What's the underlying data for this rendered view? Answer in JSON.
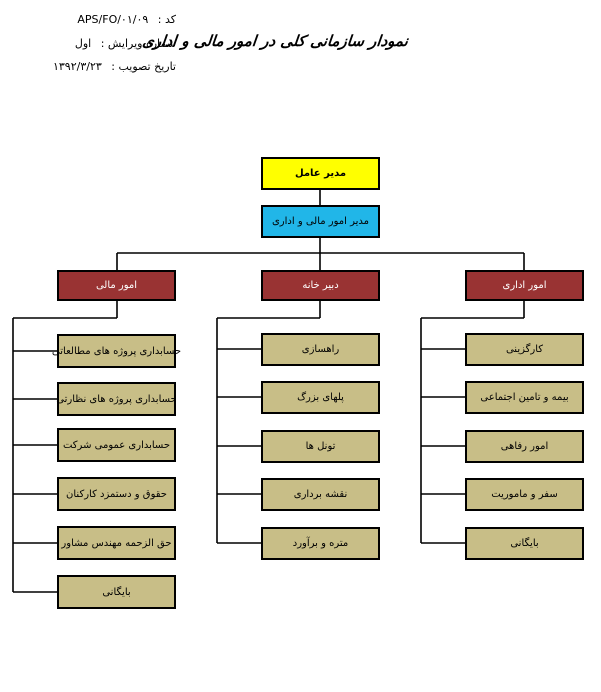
{
  "header": {
    "code_label": "کد :",
    "code_value": "APS/FO/۰۱/۰۹",
    "revision_label": "شماره ویرایش :",
    "revision_value": "اول",
    "date_label": "تاریخ تصویب :",
    "date_value": "۱۳۹۲/۳/۲۳",
    "title": "نمودار سازمانی کلی در امور مالی و اداری"
  },
  "chart": {
    "top": "مدیر عامل",
    "second": "مدیر امور مالی و اداری",
    "departments": [
      {
        "name": "امور مالی",
        "units": [
          "حسابداری پروژه های مطالعاتی",
          "حسابداری پروژه های نظارتی",
          "حسابداری عمومی شرکت",
          "حقوق و دستمزد کارکنان",
          "حق الزحمه مهندس مشاور",
          "بایگانی"
        ]
      },
      {
        "name": "دبیر خانه",
        "units": [
          "راهسازی",
          "پلهای بزرگ",
          "تونل ها",
          "نقشه برداری",
          "متره و برآورد"
        ]
      },
      {
        "name": "امور اداری",
        "units": [
          "کارگزینی",
          "بیمه و تامین اجتماعی",
          "امور رفاهی",
          "سفر و ماموریت",
          "بایگانی"
        ]
      }
    ]
  },
  "colors": {
    "top": "#ffff00",
    "second": "#21b6e8",
    "department": "#993333",
    "unit": "#c8be87"
  }
}
